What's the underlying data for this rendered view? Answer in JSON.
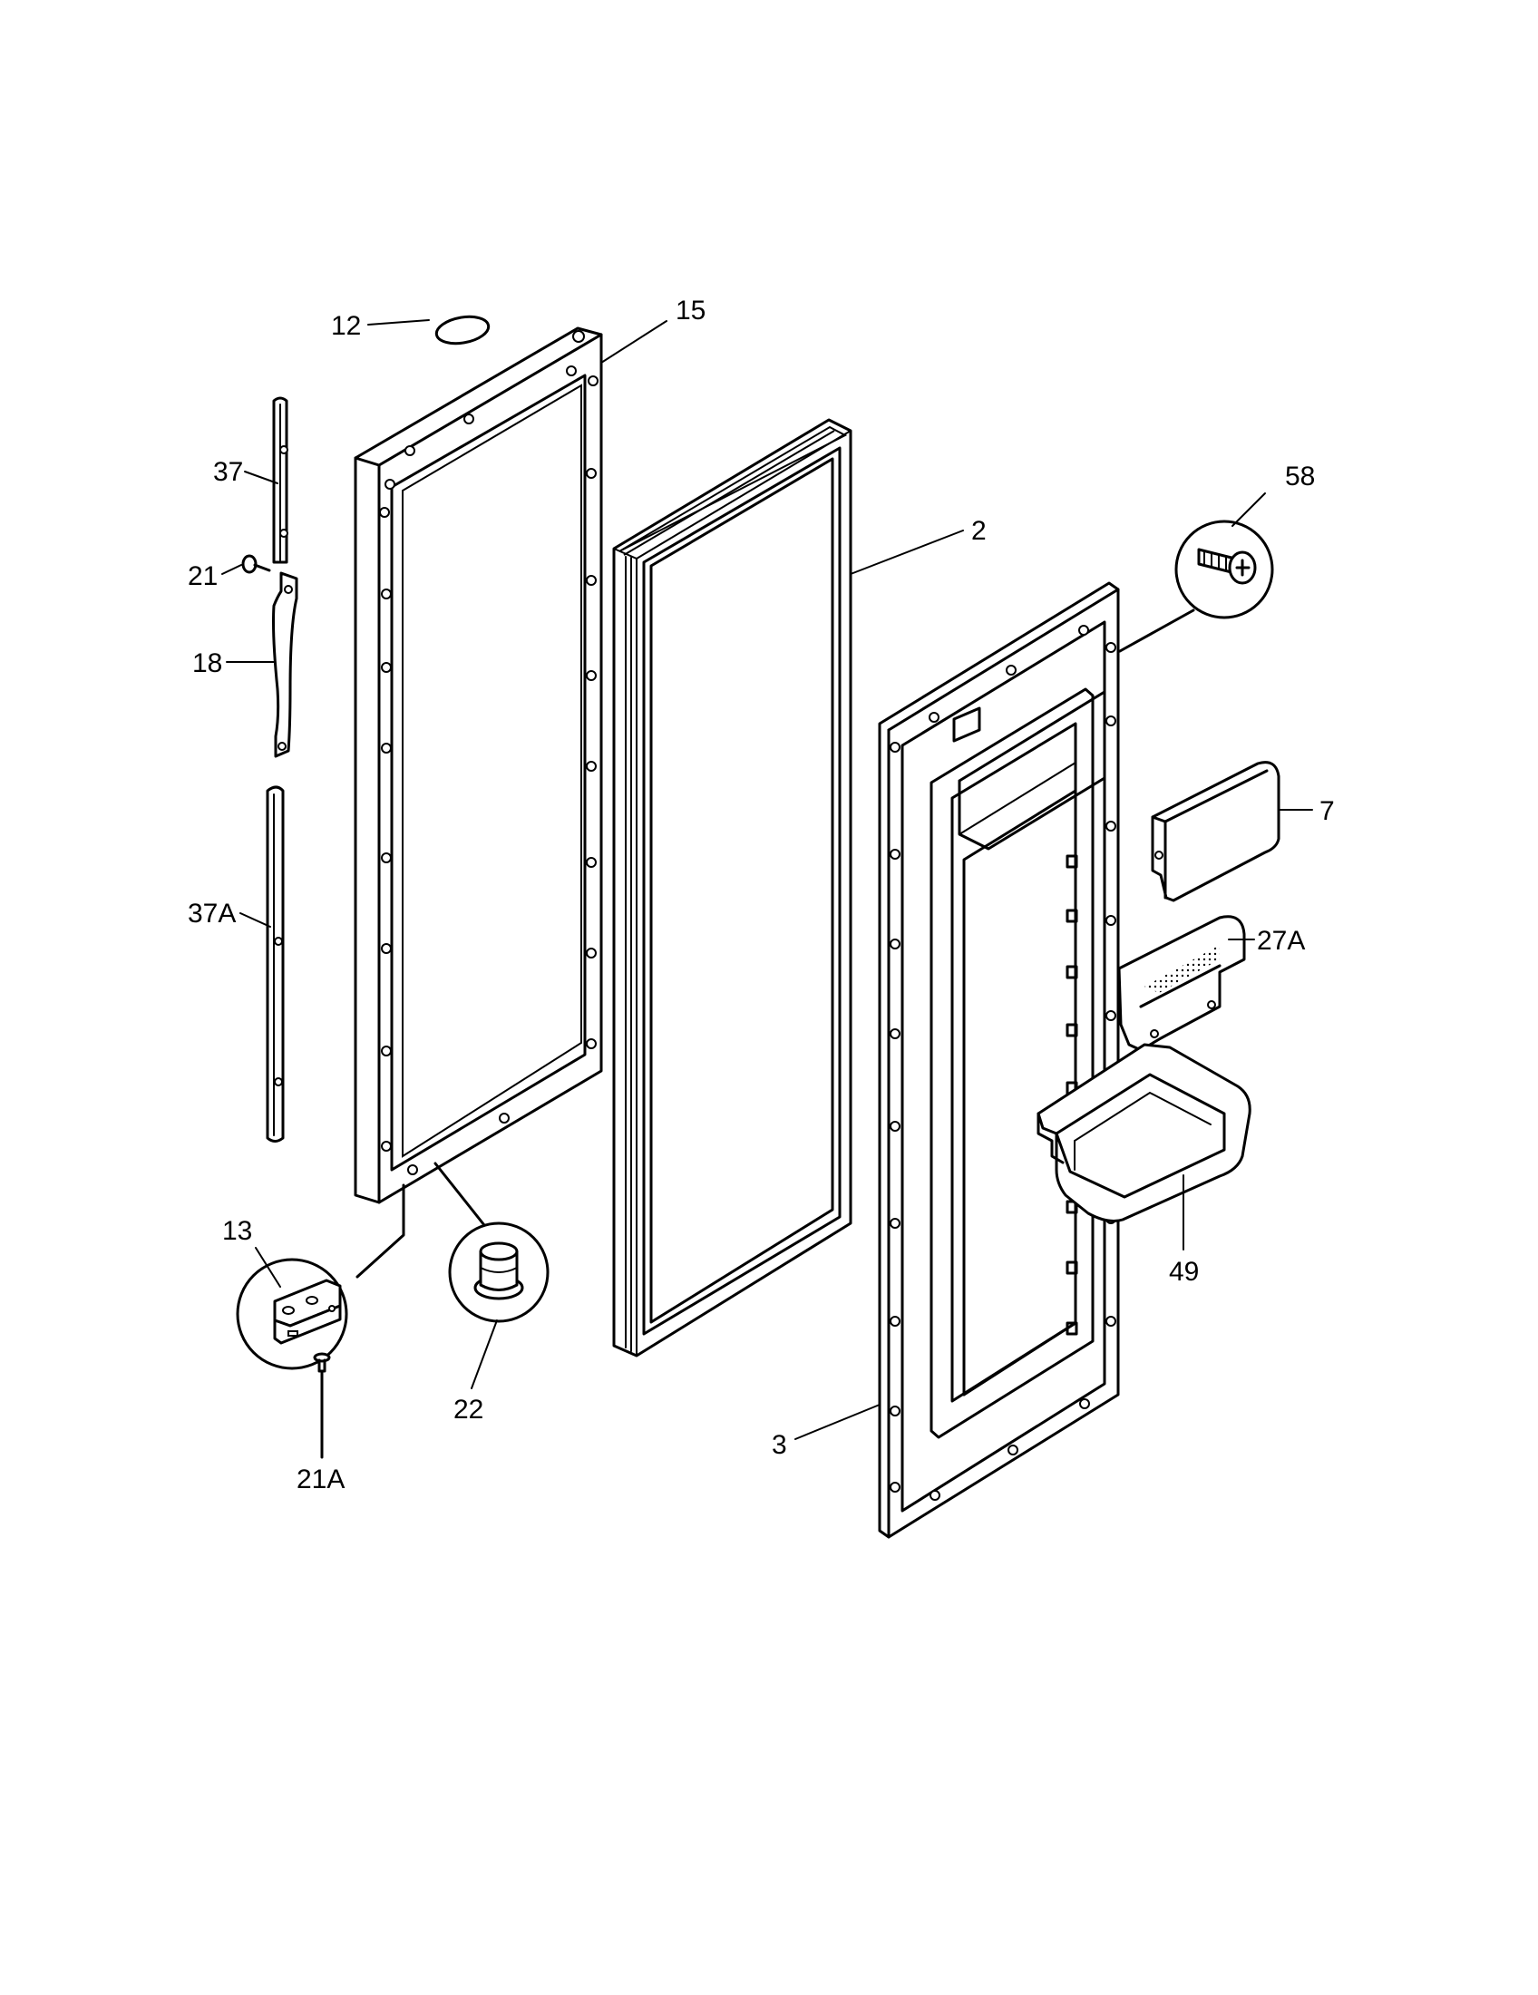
{
  "parts": [
    {
      "id": "12",
      "label": "12"
    },
    {
      "id": "15",
      "label": "15"
    },
    {
      "id": "37",
      "label": "37"
    },
    {
      "id": "21",
      "label": "21"
    },
    {
      "id": "18",
      "label": "18"
    },
    {
      "id": "37A",
      "label": "37A"
    },
    {
      "id": "2",
      "label": "2"
    },
    {
      "id": "58",
      "label": "58"
    },
    {
      "id": "7",
      "label": "7"
    },
    {
      "id": "27A",
      "label": "27A"
    },
    {
      "id": "49",
      "label": "49"
    },
    {
      "id": "3",
      "label": "3"
    },
    {
      "id": "13",
      "label": "13"
    },
    {
      "id": "22",
      "label": "22"
    },
    {
      "id": "21A",
      "label": "21A"
    }
  ]
}
